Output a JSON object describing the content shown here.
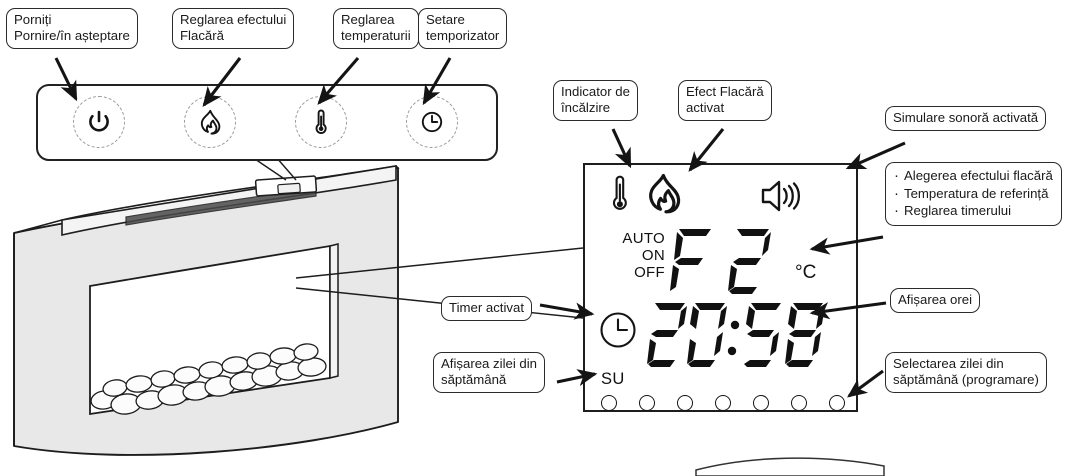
{
  "diagram": {
    "title": "Electric fireplace control panel and LCD display legend",
    "language": "ro"
  },
  "control_panel": {
    "buttons": [
      {
        "id": "power",
        "icon": "power-icon",
        "callout_lines": [
          "Porniți",
          "Pornire/în așteptare"
        ]
      },
      {
        "id": "flame",
        "icon": "flame-icon",
        "callout_lines": [
          "Reglarea efectului",
          "Flacără"
        ]
      },
      {
        "id": "temperature",
        "icon": "thermometer-icon",
        "callout_lines": [
          "Reglarea",
          "temperaturii"
        ]
      },
      {
        "id": "timer",
        "icon": "clock-icon",
        "callout_lines": [
          "Setare",
          "temporizator"
        ]
      }
    ]
  },
  "lcd": {
    "status_icons": [
      {
        "id": "heating",
        "icon": "thermometer-icon",
        "callout_lines": [
          "Indicator de",
          "încălzire"
        ]
      },
      {
        "id": "flame",
        "icon": "flame-icon",
        "callout_lines": [
          "Efect Flacără",
          "activat"
        ]
      },
      {
        "id": "sound",
        "icon": "speaker-icon",
        "callout_lines": [
          "Simulare sonoră activată"
        ]
      }
    ],
    "modes": [
      "AUTO",
      "ON",
      "OFF"
    ],
    "main_value": "F2",
    "unit": "°C",
    "time_value": "20:58",
    "day_label": "SU",
    "day_dots_count": 7,
    "timer_icon": "clock-icon"
  },
  "callouts": {
    "main_value": {
      "bullets": [
        "Alegerea efectului flacără",
        "Temperatura de referință",
        "Reglarea timerului"
      ]
    },
    "timer_on": {
      "lines": [
        "Timer activat"
      ]
    },
    "day_display": {
      "lines": [
        "Afișarea zilei din",
        "săptămână"
      ]
    },
    "time_display": {
      "lines": [
        "Afișarea orei"
      ]
    },
    "day_select": {
      "lines": [
        "Selectarea zilei din",
        "săptămână (programare)"
      ]
    }
  },
  "colors": {
    "stroke": "#1d1d1d",
    "callout_border": "#2b2b2b",
    "button_dashed": "#9a9a9a",
    "body_fill": "#e8e8e8",
    "segment": "#111111"
  }
}
